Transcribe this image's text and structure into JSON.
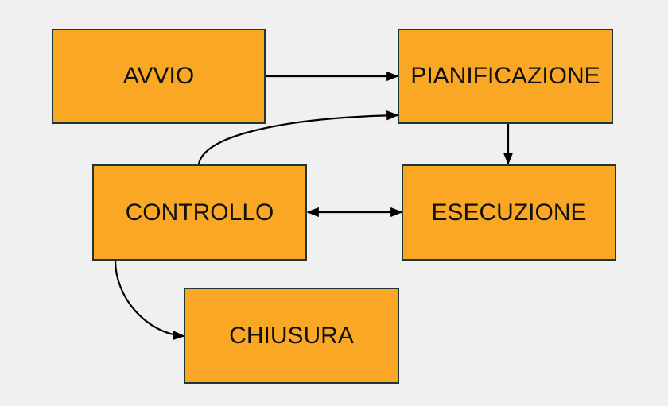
{
  "nodes": {
    "avvio": "AVVIO",
    "pianificazione": "PIANIFICAZIONE",
    "controllo": "CONTROLLO",
    "esecuzione": "ESECUZIONE",
    "chiusura": "CHIUSURA"
  },
  "colors": {
    "box": "#fba726",
    "border": "#1e3636",
    "background": "#f0f0f0"
  }
}
